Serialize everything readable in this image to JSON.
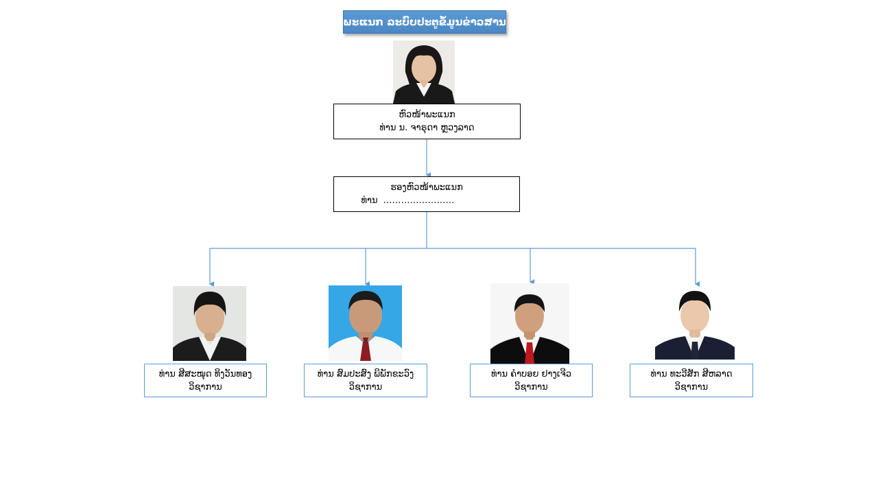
{
  "title": "ພະແນກ ລະບົບປະຕູຂໍ້ມູນຂ່າວສານ",
  "head": {
    "role": "ຫົວໜ້າພະແນກ",
    "name": "ທ່ານ ນ. ຈາຣຸດາ ຫຼວງລາດ"
  },
  "deputy": {
    "role": "ຮອງຫົວໜ້າພະແນກ",
    "prefix": "ທ່ານ",
    "name_placeholder": "……………………"
  },
  "staff": [
    {
      "name": "ທ່ານ ສີສະໝຸດ ທິງວັນທອງ",
      "title": "ວິຊາການ"
    },
    {
      "name": "ທ່ານ ສົມປະສົງ ພິພັກຂະວົງ",
      "title": "ວິຊາການ"
    },
    {
      "name": "ທ່ານ ຄຳບອຍ ຢາງເຈີວ",
      "title": "ວິຊາການ"
    },
    {
      "name": "ທ່ານ ທະວີສັກ ສີຫລາດ",
      "title": "ວິຊາການ"
    }
  ],
  "colors": {
    "banner": "#5b9bd5",
    "connector": "#5b9bd5",
    "staff_border": "#5b9bd5"
  }
}
